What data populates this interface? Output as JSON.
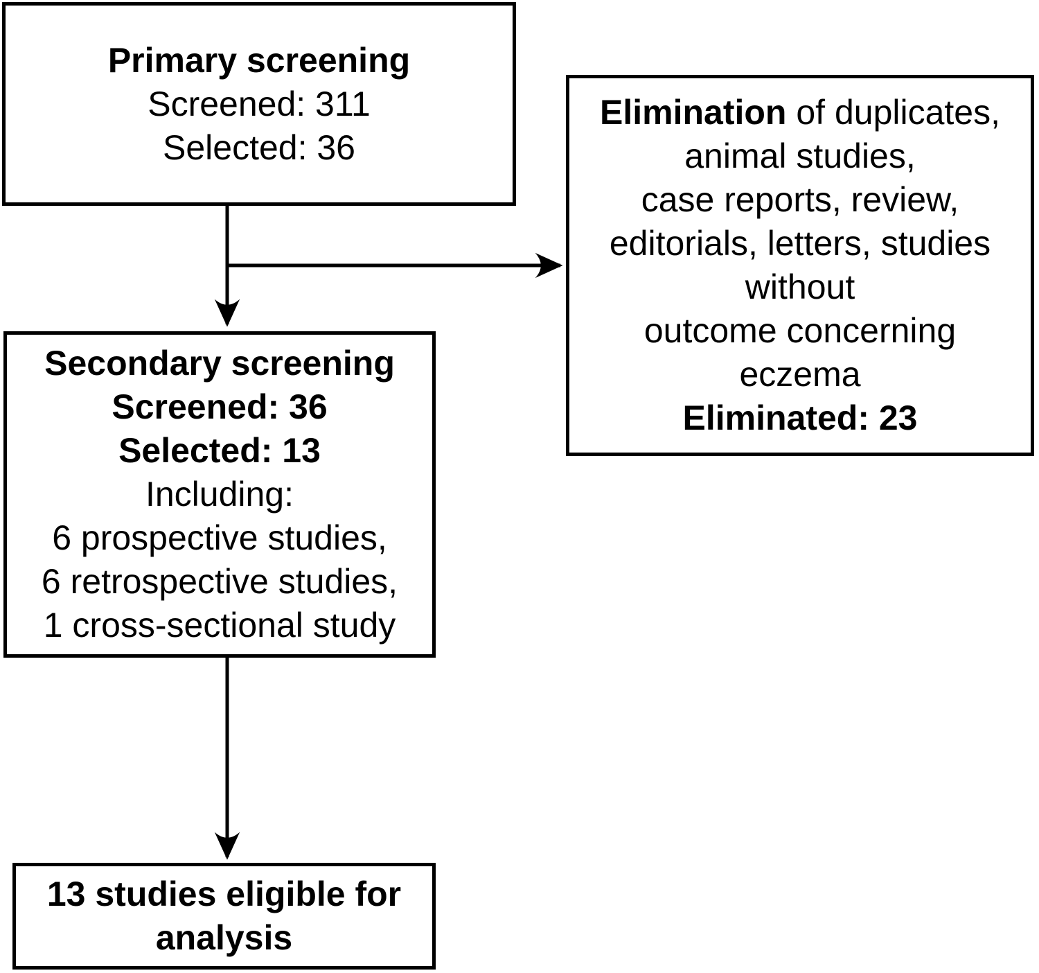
{
  "palette": {
    "ink": "#000000",
    "paper": "#ffffff"
  },
  "flowchart": {
    "primary": {
      "title": "Primary screening",
      "screened": "Screened: 311",
      "selected": "Selected: 36"
    },
    "elimination": {
      "lead_bold": "Elimination",
      "lead_rest": " of duplicates,",
      "line2": "animal studies,",
      "line3": "case reports, review,",
      "line4": "editorials, letters, studies",
      "line5": "without",
      "line6": "outcome concerning",
      "line7": "eczema",
      "result": "Eliminated: 23"
    },
    "secondary": {
      "title": "Secondary screening",
      "screened": "Screened: 36",
      "selected": "Selected: 13",
      "including": "Including:",
      "item1": "6 prospective studies,",
      "item2": "6 retrospective studies,",
      "item3": "1 cross-sectional study"
    },
    "final": {
      "line1": "13 studies eligible for",
      "line2": "analysis"
    }
  }
}
